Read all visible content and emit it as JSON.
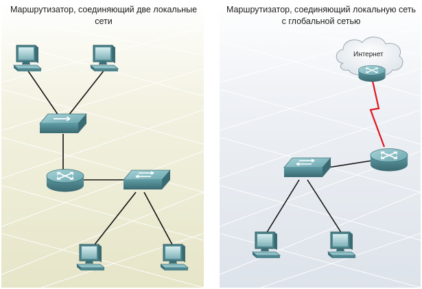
{
  "panels": {
    "left": {
      "title_line1": "Маршрутизатор, соединяющий две локальные",
      "title_line2": "сети",
      "background": "#eae9cf"
    },
    "right": {
      "title_line1": "Маршрутизатор, соединяющий локальную сеть",
      "title_line2": "с глобальной сетью",
      "background": "#e2e7ee"
    }
  },
  "cloud": {
    "label": "Интернет"
  },
  "colors": {
    "device_teal": "#5f9aa3",
    "device_dark": "#3d6f78",
    "device_light": "#8fc2c9",
    "link_black": "#111111",
    "wan_link": "#e0141e",
    "grid": "#ffffff"
  },
  "icons": {
    "computer": "desktop-computer-icon",
    "switch": "switch-icon",
    "router": "router-icon",
    "cloud": "internet-cloud-icon"
  }
}
